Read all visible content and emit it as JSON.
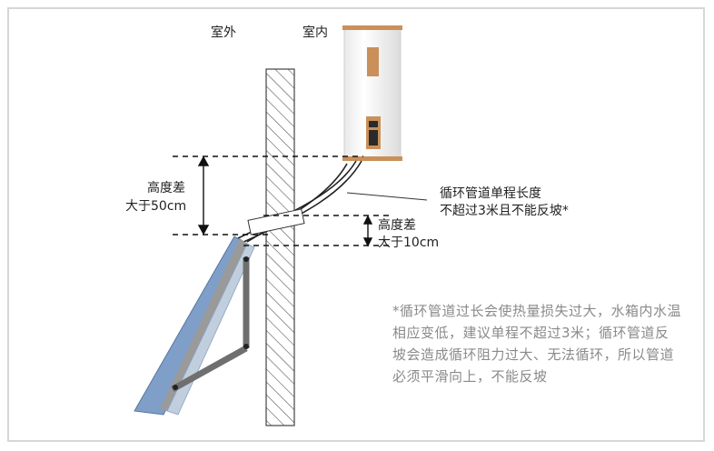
{
  "labels": {
    "outdoor": "室外",
    "indoor": "室内",
    "height_diff_left": "高度差",
    "height_diff_left_value": "大于50cm",
    "pipe_note_line1": "循环管道单程长度",
    "pipe_note_line2": "不超过3米且不能反坡*",
    "height_diff_right": "高度差",
    "height_diff_right_value": "大于10cm"
  },
  "footnote": "*循环管道过长会使热量损失过大，水箱内水温相应变低，建议单程不超过3米；循环管道反坡会造成循环阻力过大、无法循环，所以管道必须平滑向上，不能反坡",
  "colors": {
    "wall_hatch": "#555555",
    "heater_body": "#ffffff",
    "heater_trim": "#c9905a",
    "panel_blue": "#7f9fc9",
    "panel_gray": "#8a8a8a",
    "pipe": "#222222",
    "dim_line": "#111111",
    "note_text": "#8a8a8a"
  }
}
